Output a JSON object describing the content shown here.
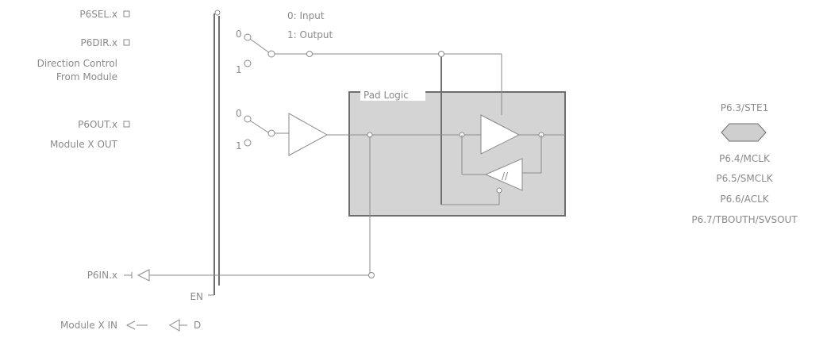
{
  "diagram": {
    "left_labels": {
      "psel": "P6SEL.x",
      "pdir": "P6DIR.x",
      "direction_control_1": "Direction Control",
      "direction_control_2": "From Module",
      "pout": "P6OUT.x",
      "module_out": "Module X OUT",
      "pin": "P6IN.x",
      "en": "EN",
      "module_in": "Module X IN"
    },
    "mux_labels": {
      "sel0": "0",
      "sel1": "1",
      "out0": "0",
      "out1": "1"
    },
    "dir_legend": {
      "line1": "0: Input",
      "line2": "1: Output"
    },
    "pad_logic_label": "Pad Logic",
    "schmitt_symbol": "//",
    "en_small": "D",
    "pin_names": {
      "title": "P6.3/STE1",
      "names": [
        "P6.4/MCLK",
        "P6.5/SMCLK",
        "P6.6/ACLK",
        "P6.7/TBOUTH/SVSOUT"
      ]
    },
    "colors": {
      "line": "#8a8a8a",
      "pad_fill": "#d4d4d4",
      "pad_border": "#6e6e6e",
      "pin_fill": "#cfcfcf"
    }
  }
}
